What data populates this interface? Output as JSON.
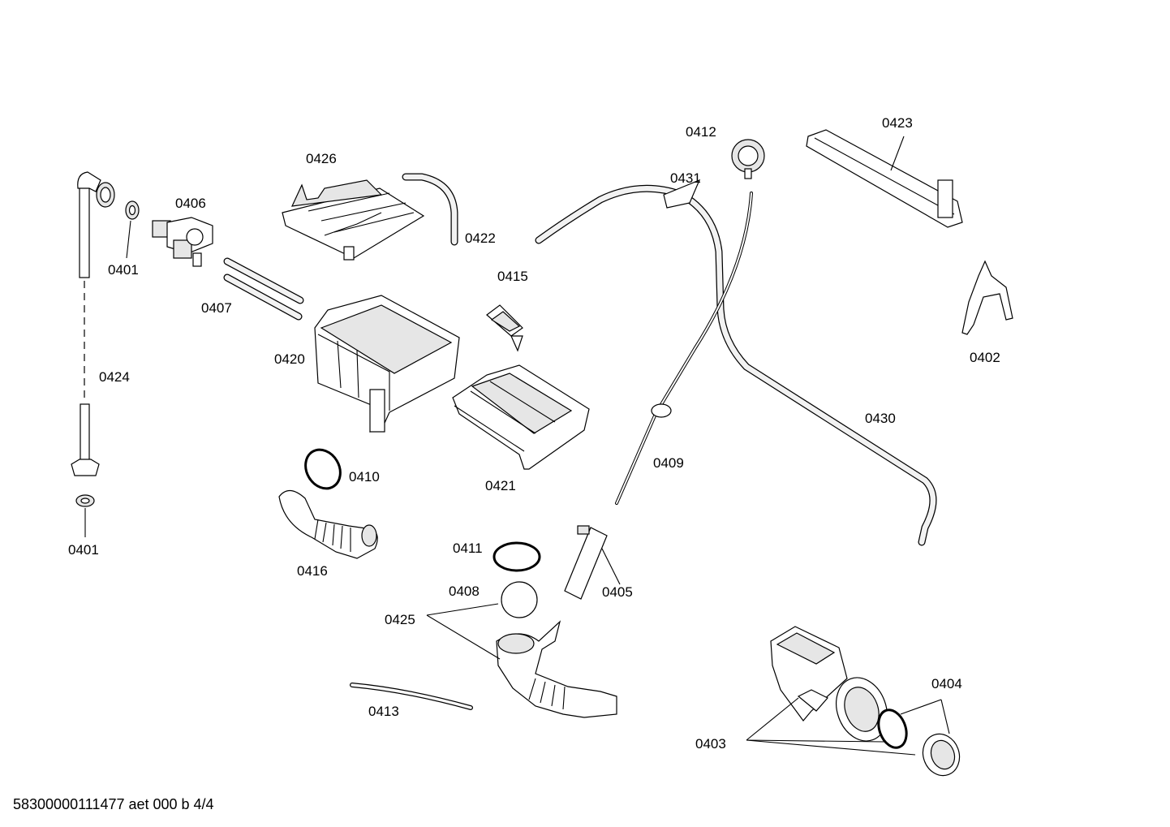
{
  "parts": {
    "p0401a": "0401",
    "p0401b": "0401",
    "p0402": "0402",
    "p0403": "0403",
    "p0404": "0404",
    "p0405": "0405",
    "p0406": "0406",
    "p0407": "0407",
    "p0408": "0408",
    "p0409": "0409",
    "p0410": "0410",
    "p0411": "0411",
    "p0412": "0412",
    "p0413": "0413",
    "p0415": "0415",
    "p0416": "0416",
    "p0420": "0420",
    "p0421": "0421",
    "p0422": "0422",
    "p0423": "0423",
    "p0424": "0424",
    "p0425": "0425",
    "p0426": "0426",
    "p0430": "0430",
    "p0431": "0431"
  },
  "footer": {
    "code": "58300000111477 aet 000 b 4/4"
  }
}
